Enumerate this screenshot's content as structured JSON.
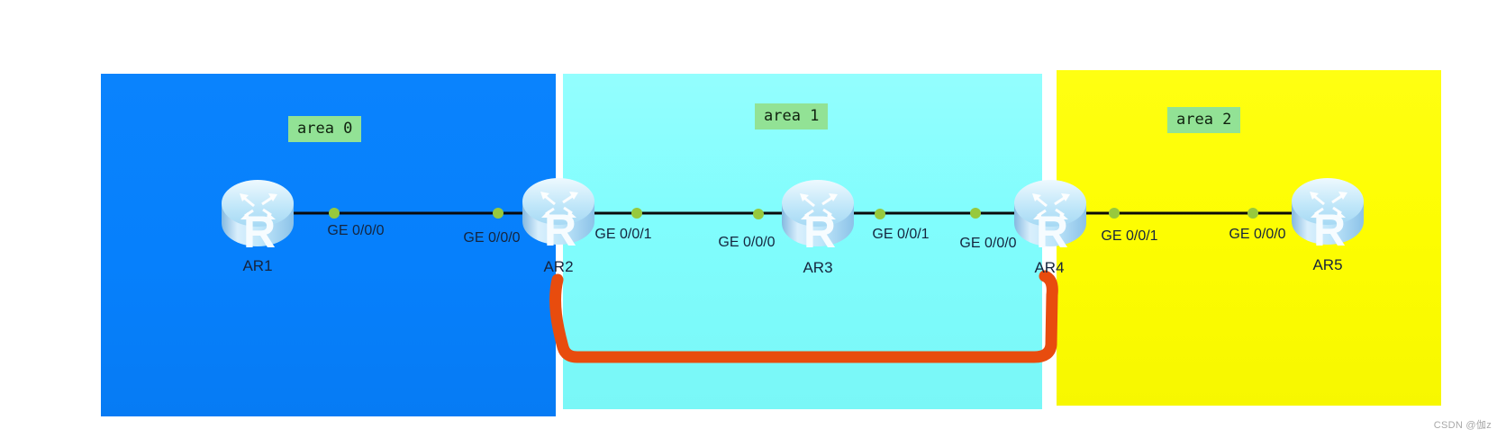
{
  "areas": [
    {
      "label": "area 0",
      "color": "#0680fc"
    },
    {
      "label": "area 1",
      "color": "#80fdfd"
    },
    {
      "label": "area 2",
      "color": "#fdfd01"
    }
  ],
  "routers": [
    {
      "name": "AR1"
    },
    {
      "name": "AR2"
    },
    {
      "name": "AR3"
    },
    {
      "name": "AR4"
    },
    {
      "name": "AR5"
    }
  ],
  "router_icon_letter": "R",
  "interfaces": [
    {
      "label": "GE 0/0/0"
    },
    {
      "label": "GE 0/0/0"
    },
    {
      "label": "GE 0/0/1"
    },
    {
      "label": "GE 0/0/0"
    },
    {
      "label": "GE 0/0/1"
    },
    {
      "label": "GE 0/0/0"
    },
    {
      "label": "GE 0/0/1"
    },
    {
      "label": "GE 0/0/0"
    }
  ],
  "annotation": {
    "shape": "bracket",
    "from": "AR2",
    "to": "AR4"
  },
  "colors": {
    "link": "#0a0a0a",
    "port_dot": "#97c93d",
    "annotation_stroke": "#e84c0e",
    "area_label_bg": "#92e295"
  },
  "watermark": "CSDN @伽z"
}
